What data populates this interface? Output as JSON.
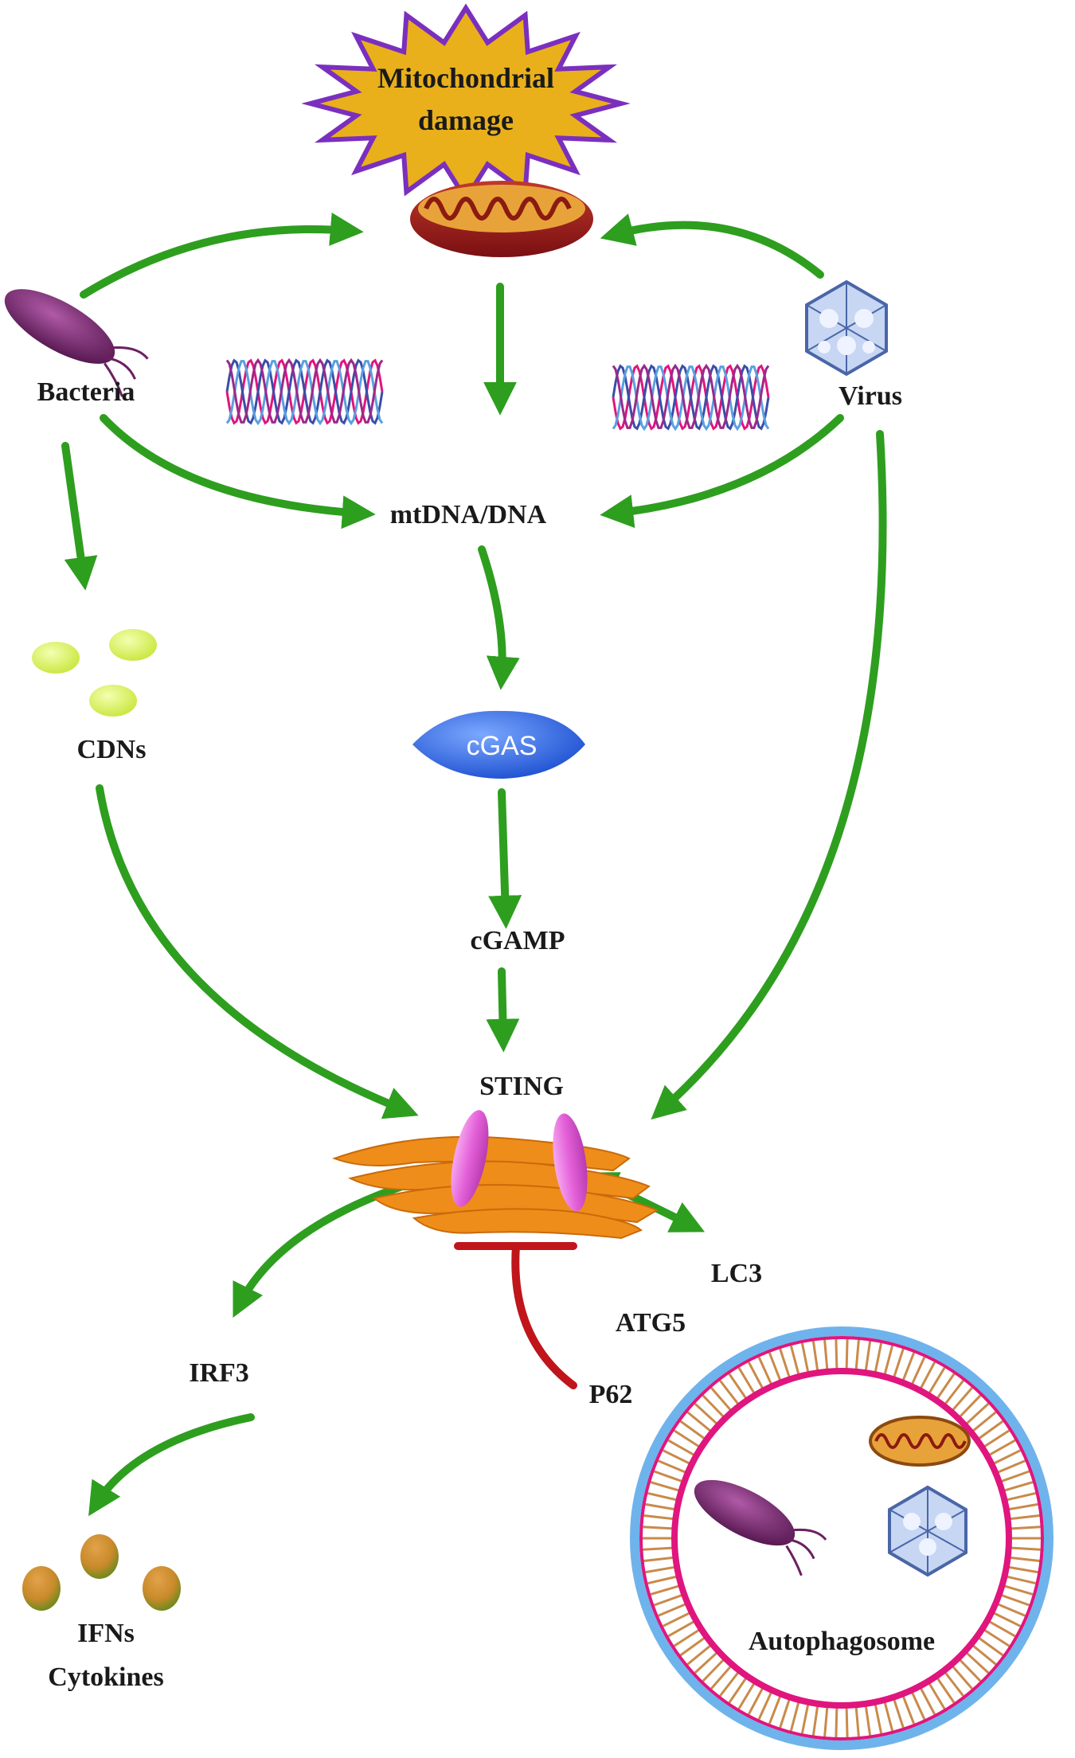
{
  "labels": {
    "mito_damage_line1": "Mitochondrial",
    "mito_damage_line2": "damage",
    "bacteria": "Bacteria",
    "virus": "Virus",
    "mtdna": "mtDNA/DNA",
    "cdns": "CDNs",
    "cgas": "cGAS",
    "cgamp": "cGAMP",
    "sting": "STING",
    "lc3": "LC3",
    "atg5": "ATG5",
    "p62": "P62",
    "irf3": "IRF3",
    "ifns": "IFNs",
    "cytokines": "Cytokines",
    "autophagosome": "Autophagosome"
  },
  "colors": {
    "arrow_green": "#2e9e1f",
    "inhibit_red": "#c0151b",
    "burst_fill": "#e9b01b",
    "burst_stroke": "#7b2fbe",
    "golgi_orange": "#ef8d1a",
    "sting_pink": "#e15fd6",
    "cgas_blue": "#2a63e0",
    "outer_membrane_blue": "#6fb3ec",
    "inner_membrane_pink": "#e0157e",
    "cdn_lime": "#d6ef55",
    "ifn_ball": "#c88a2a"
  }
}
